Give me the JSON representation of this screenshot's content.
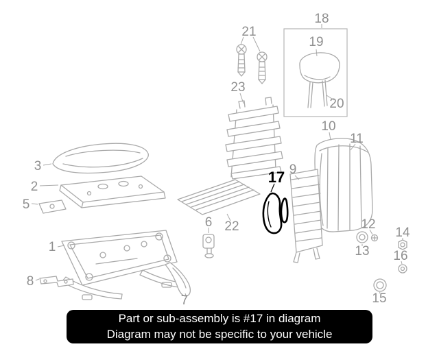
{
  "colors": {
    "background": "#ffffff",
    "line_art": "#a9a9a9",
    "callout_text": "#8f8f8f",
    "highlight": "#000000",
    "caption_background": "#000000",
    "caption_text": "#ffffff"
  },
  "diagram": {
    "highlighted_part": "17",
    "callouts": [
      {
        "text": "1"
      },
      {
        "text": "2"
      },
      {
        "text": "3"
      },
      {
        "text": "5"
      },
      {
        "text": "6"
      },
      {
        "text": "7"
      },
      {
        "text": "8"
      },
      {
        "text": "9"
      },
      {
        "text": "10"
      },
      {
        "text": "11"
      },
      {
        "text": "12"
      },
      {
        "text": "13"
      },
      {
        "text": "14"
      },
      {
        "text": "15"
      },
      {
        "text": "16"
      },
      {
        "text": "17"
      },
      {
        "text": "18"
      },
      {
        "text": "19"
      },
      {
        "text": "20"
      },
      {
        "text": "21"
      },
      {
        "text": "22"
      },
      {
        "text": "23"
      }
    ]
  },
  "caption": {
    "line1": "Part or sub-assembly is #17 in diagram",
    "line2": "Diagram may not be specific to your vehicle"
  }
}
